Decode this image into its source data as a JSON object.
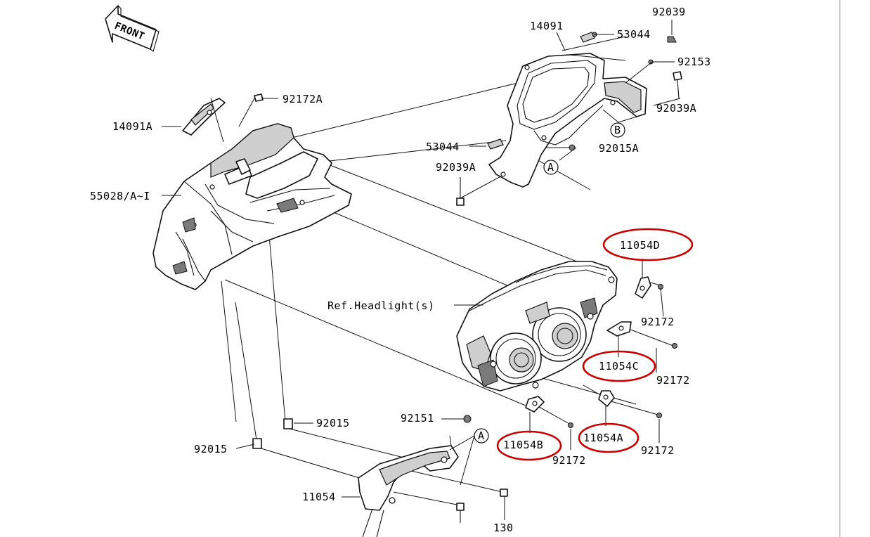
{
  "front_arrow": {
    "label": "FRONT"
  },
  "labels": {
    "p92039_top": "92039",
    "p14091": "14091",
    "p53044_top": "53044",
    "p92153": "92153",
    "p92039A_right": "92039A",
    "p92172A": "92172A",
    "p14091A": "14091A",
    "pB": "B",
    "p53044_mid": "53044",
    "p92015A": "92015A",
    "p92039A_left": "92039A",
    "pA_top": "A",
    "p55028": "55028/A~I",
    "p11054D": "11054D",
    "ref_headlight": "Ref.Headlight(s)",
    "p92172_1": "92172",
    "p11054C": "11054C",
    "p92172_2": "92172",
    "p92151": "92151",
    "pA_bottom": "A",
    "p92015_a": "92015",
    "p92015_b": "92015",
    "p11054B": "11054B",
    "p11054A": "11054A",
    "p92172_3": "92172",
    "p92172_4": "92172",
    "p11054": "11054",
    "p130": "130"
  },
  "highlight_color": "#cc0000",
  "highlighted_parts": [
    "11054D",
    "11054C",
    "11054B",
    "11054A"
  ]
}
